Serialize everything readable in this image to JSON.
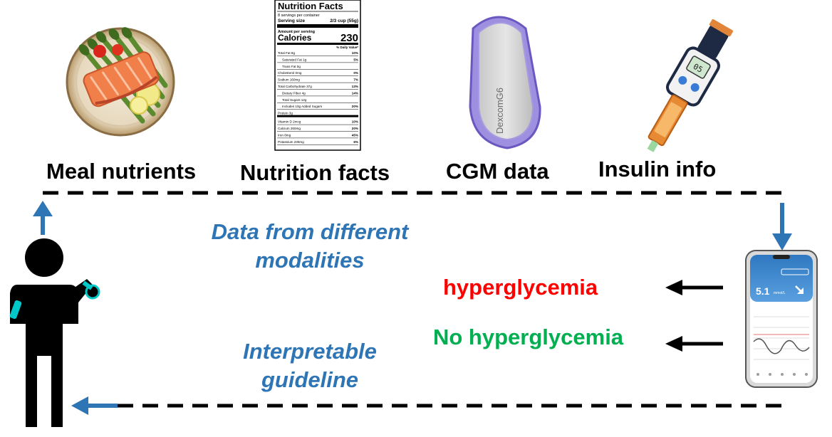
{
  "labels": {
    "meal_nutrients": "Meal nutrients",
    "nutrition_facts": "Nutrition facts",
    "cgm_data": "CGM data",
    "insulin_info": "Insulin info"
  },
  "flow": {
    "data_line1": "Data from different",
    "data_line2": "modalities",
    "guide_line1": "Interpretable",
    "guide_line2": "guideline"
  },
  "outcomes": {
    "positive": "hyperglycemia",
    "negative": "No hyperglycemia"
  },
  "nutrition_label": {
    "title": "Nutrition Facts",
    "servings": "8 servings per container",
    "serving_size_label": "Serving size",
    "serving_size_value": "2/3 cup (55g)",
    "amount_per_serving": "Amount per serving",
    "calories_label": "Calories",
    "calories_value": "230",
    "daily_value_header": "% Daily Value*",
    "rows": [
      {
        "name": "Total Fat 8g",
        "pct": "10%"
      },
      {
        "name": "Saturated Fat 1g",
        "pct": "5%"
      },
      {
        "name": "Trans Fat 0g",
        "pct": ""
      },
      {
        "name": "Cholesterol 0mg",
        "pct": "0%"
      },
      {
        "name": "Sodium 160mg",
        "pct": "7%"
      },
      {
        "name": "Total Carbohydrate 37g",
        "pct": "13%"
      },
      {
        "name": "Dietary Fiber 4g",
        "pct": "14%"
      },
      {
        "name": "Total Sugars 12g",
        "pct": ""
      },
      {
        "name": "Includes 10g Added Sugars",
        "pct": "20%"
      },
      {
        "name": "Protein 3g",
        "pct": ""
      },
      {
        "name": "Vitamin D 2mcg",
        "pct": "10%"
      },
      {
        "name": "Calcium 260mg",
        "pct": "20%"
      },
      {
        "name": "Iron 8mg",
        "pct": "45%"
      },
      {
        "name": "Potassium 235mg",
        "pct": "6%"
      }
    ]
  },
  "cgm_device": {
    "brand": "DexcomG6"
  },
  "insulin_pen": {
    "display": "05"
  },
  "phone": {
    "reading": "5.1",
    "unit": "mmol/L",
    "trend_icon": "down-right-arrow-icon"
  },
  "colors": {
    "blue": "#2e75b6",
    "red": "#ff0000",
    "green": "#00b050",
    "black": "#000000",
    "teal": "#00c8c8"
  }
}
